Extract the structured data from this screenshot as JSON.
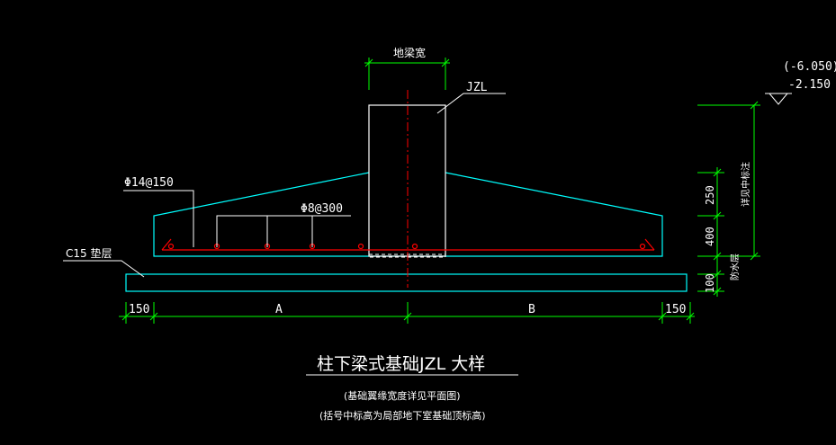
{
  "labels": {
    "beam_width": "地梁宽",
    "beam_code": "JZL",
    "elev_paren": "(-6.050)",
    "elev": "-2.150",
    "bottom_rebar": "Φ14@150",
    "stirrup": "Φ8@300",
    "cushion": "C15 垫层",
    "dim_250": "250",
    "dim_400": "400",
    "dim_100": "100",
    "elev_note": "详见中标注",
    "side_note": "防水层",
    "dim_left_150": "150",
    "dim_a": "A",
    "dim_b": "B",
    "dim_right_150": "150",
    "title": "柱下梁式基础JZL 大样",
    "note1": "(基础翼缘宽度详见平面图)",
    "note2": "(括号中标高为局部地下室基础顶标高)"
  },
  "colors": {
    "outline": "#00ffff",
    "dimension": "#00ff00",
    "rebar": "#ff0000",
    "text": "#ffffff",
    "background": "#000000"
  }
}
